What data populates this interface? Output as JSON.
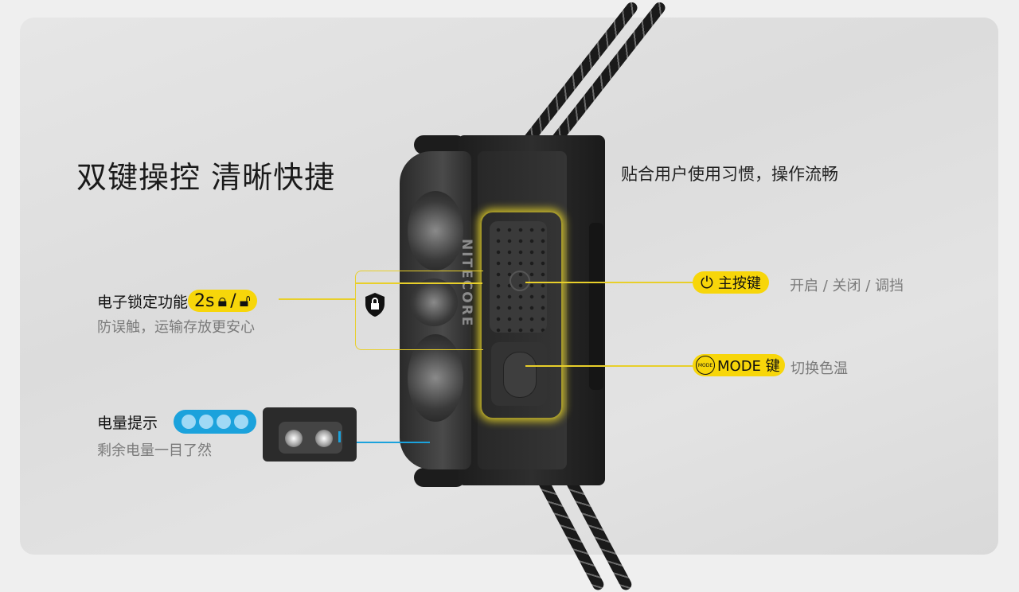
{
  "headline": "双键操控 清晰快捷",
  "subheadline": "贴合用户使用习惯，操作流畅",
  "lock_feature": {
    "label": "电子锁定功能",
    "badge_text": "2s",
    "separator": "/",
    "description": "防误触，运输存放更安心",
    "icons": [
      "lock-closed-icon",
      "lock-open-icon",
      "shield-lock-icon"
    ]
  },
  "battery_feature": {
    "label": "电量提示",
    "description": "剩余电量一目了然",
    "indicator_dots": 4,
    "indicator_color": "#1ba2dc",
    "dot_color": "#9fd9f5"
  },
  "main_button": {
    "label": "主按键",
    "description": "开启 / 关闭 / 调挡",
    "icon": "power-icon"
  },
  "mode_button": {
    "label": "MODE 键",
    "icon_text": "MODE",
    "description": "切换色温"
  },
  "product_brand": "NITECORE",
  "colors": {
    "accent_yellow": "#f7d60a",
    "accent_blue": "#1ba2dc"
  }
}
